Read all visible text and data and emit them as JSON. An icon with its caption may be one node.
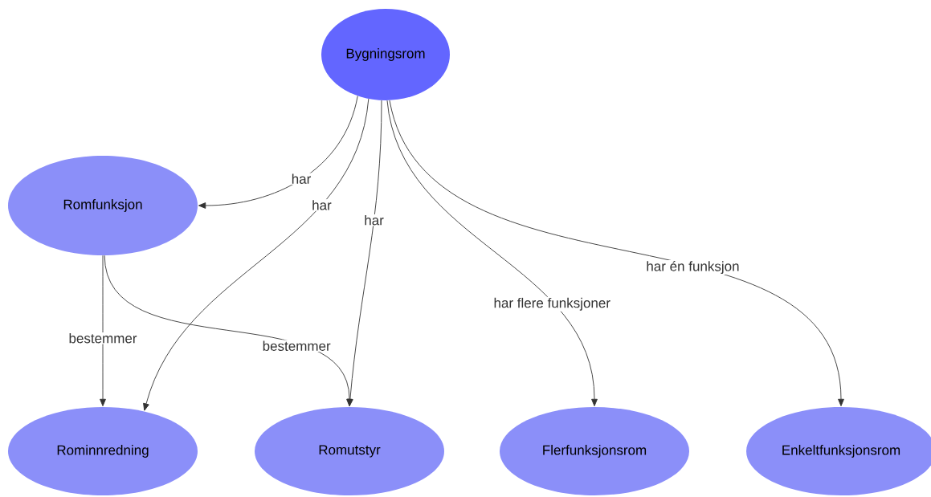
{
  "diagram": {
    "nodes": [
      {
        "text": [
          "Bygningsrom"
        ]
      },
      {
        "text": [
          "Romfunksjon"
        ]
      },
      {
        "text": [
          "Rominnredning"
        ]
      },
      {
        "text": [
          "Romutstyr"
        ]
      },
      {
        "text": [
          "Flerfunksjonsrom"
        ]
      },
      {
        "text": [
          "Enkeltfunksjonsrom"
        ]
      }
    ],
    "edges": [
      {
        "from": 0,
        "to": 1,
        "arrow": "to",
        "label": "har"
      },
      {
        "from": 0,
        "to": 2,
        "arrow": "to",
        "label": "har"
      },
      {
        "from": 0,
        "to": 3,
        "arrow": "to",
        "label": "har"
      },
      {
        "from": 0,
        "to": 4,
        "arrow": "to",
        "label": "har flere funksjoner"
      },
      {
        "from": 0,
        "to": 5,
        "arrow": "to",
        "label": "har én funksjon"
      },
      {
        "from": 1,
        "to": 2,
        "arrow": "to",
        "label": "bestemmer"
      },
      {
        "from": 1,
        "to": 3,
        "arrow": "to",
        "label": "bestemmer"
      }
    ]
  }
}
